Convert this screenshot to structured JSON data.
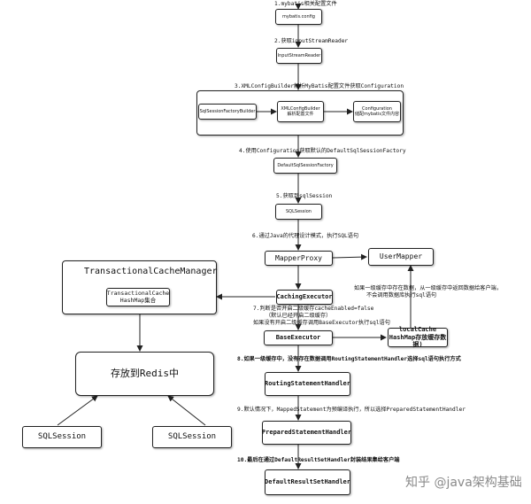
{
  "steps": {
    "s1": "1.mybatis相关配置文件",
    "s2": "2.获取inputStreamReader",
    "s3": "3.XMLConfigBuilder解析MyBatis配置文件获取Configuration",
    "s4": "4.使用Configuration获取默认的DefaultSqlSessionFactory",
    "s5": "5.获取到sqlSession",
    "s6": "6.通过Java的代理设计模式，执行SQL语句",
    "s7a": "7.判断是否开启二级缓存cacheEnabled=false",
    "s7b": "（默认已经开启二级缓存）",
    "s7c": "如果没有开启二级缓存调用BaseExecutor执行sql语句",
    "s8": "8.如果一级缓存中，没有存在数据调用RoutingStatementHandler选择sql语句执行方式",
    "s9": "9.默认情况下，MappedStatement为预编译执行，所以选择PreparedStatementHandler",
    "s10": "10.最后在通过DefaultResultSetHandler封装结果集给客户端",
    "cache_note_1": "如果一级缓存中存在数据，从一级缓存中返回数据给客户端，",
    "cache_note_2": "不会调用数据库执行sql语句"
  },
  "nodes": {
    "mybatis_config": "mybatis.config",
    "input_stream_reader": "InputStreamReader",
    "sql_session_factory_builder": "SqlSessionFactoryBuilder",
    "xml_config_builder_1": "XMLConfigBuilder",
    "xml_config_builder_2": "解析配置文件",
    "configuration_1": "Configuration",
    "configuration_2": "储配mybatis文件内容",
    "default_sql_session_factory": "DefaultSqlSessionFactory",
    "sql_session": "SQLSession",
    "mapper_proxy": "MapperProxy",
    "user_mapper": "UserMapper",
    "caching_executor": "CachingExecutor",
    "base_executor": "BaseExecutor",
    "local_cache_1": "localCache",
    "local_cache_2": "HashMap存放缓存数据)",
    "tcm_title": "TransactionalCacheManager",
    "tc_1": "TransactionalCache",
    "tc_2": "HashMap集合",
    "redis": "存放到Redis中",
    "sqlsession_left": "SQLSession",
    "sqlsession_right": "SQLSession",
    "routing_handler": "RoutingStatementHandler",
    "prepared_handler": "PreparedStatementHandler",
    "result_set_handler": "DefaultResultSetHandler"
  },
  "watermark": "知乎 @java架构基础"
}
